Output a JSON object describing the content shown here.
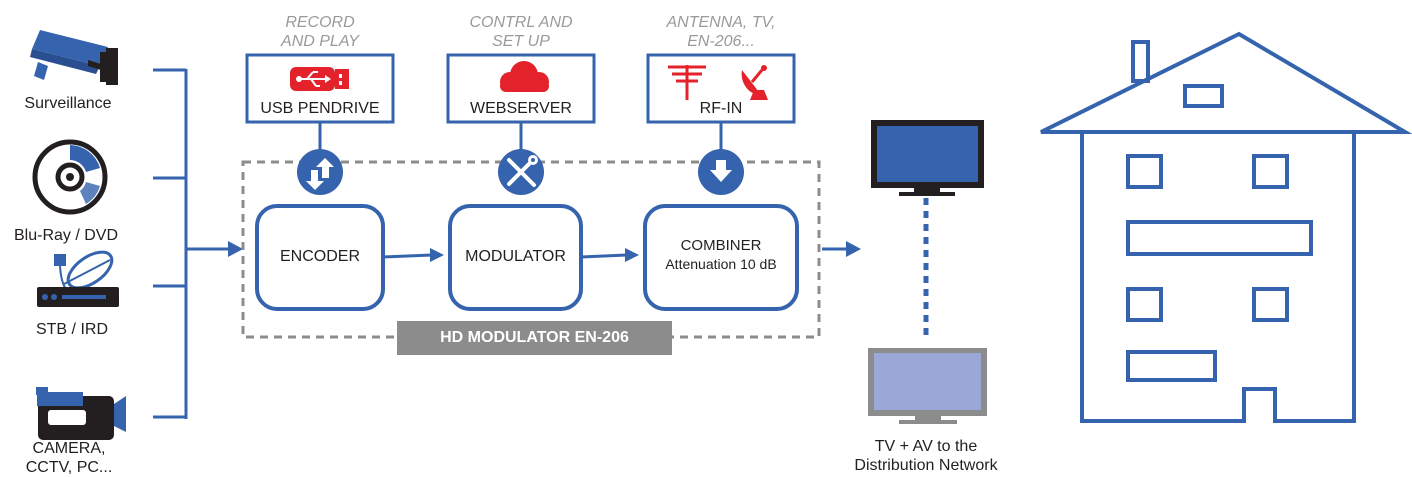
{
  "sources": {
    "surveillance": "Surveillance",
    "bluray": "Blu-Ray / DVD",
    "stb": "STB / IRD",
    "camera_line1": "CAMERA,",
    "camera_line2": "CCTV, PC..."
  },
  "inputs": {
    "usb": {
      "caption_line1": "RECORD",
      "caption_line2": "AND PLAY",
      "label": "USB PENDRIVE"
    },
    "web": {
      "caption_line1": "CONTRL AND",
      "caption_line2": "SET UP",
      "label": "WEBSERVER"
    },
    "rf": {
      "caption_line1": "ANTENNA, TV,",
      "caption_line2": "EN-206...",
      "label": "RF-IN"
    }
  },
  "blocks": {
    "encoder": "ENCODER",
    "modulator": "MODULATOR",
    "combiner": "COMBINER",
    "combiner_sub": "Attenuation 10 dB"
  },
  "device_name": "HD MODULATOR EN-206",
  "output": {
    "line1": "TV + AV to the",
    "line2": "Distribution Network"
  },
  "colors": {
    "accent": "#3563ad",
    "red": "#e3222b",
    "banner": "#8c8c8c",
    "dash": "#8c8c8c",
    "tv_screen_light": "#9aa8d8"
  }
}
